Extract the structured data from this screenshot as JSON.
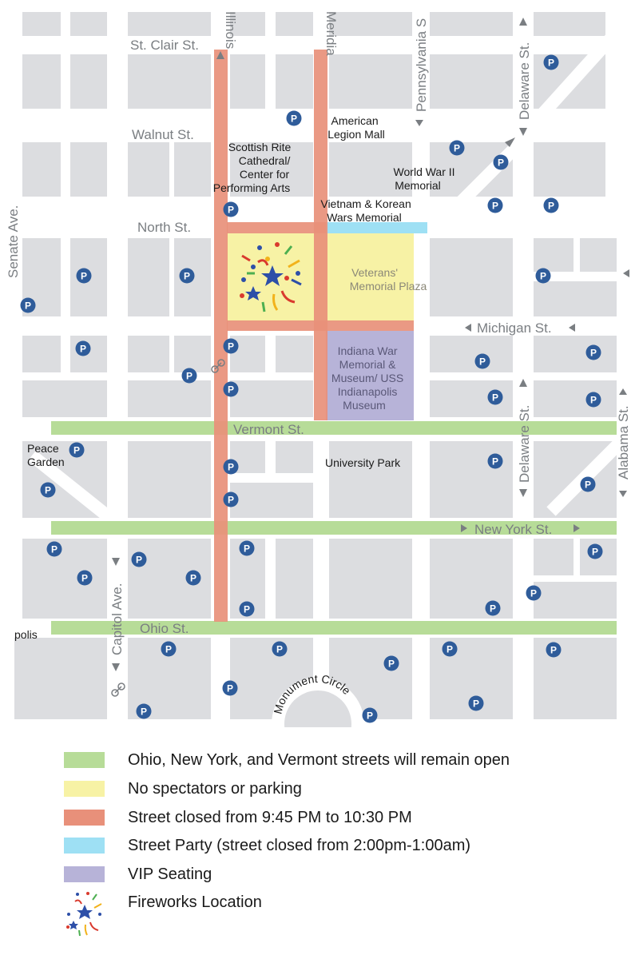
{
  "colors": {
    "block": "#dcdde0",
    "open_street": "#b7dc98",
    "no_spectators": "#f7f2a5",
    "closed_street": "#e8907a",
    "street_party": "#9ee0f4",
    "vip": "#b7b3d8",
    "parking": "#2f5c9a"
  },
  "streets": {
    "st_clair": "St. Clair St.",
    "walnut": "Walnut St.",
    "north": "North St.",
    "michigan": "Michigan St.",
    "vermont": "Vermont St.",
    "new_york": "New York St.",
    "ohio": "Ohio St.",
    "illinois": "Illinois",
    "meridian": "Meridia",
    "pennsylvania": "Pennsylvania S",
    "delaware_north": "Delaware St.",
    "delaware_south": "Delaware St.",
    "capitol": "Capitol Ave.",
    "senate": "Senate Ave.",
    "alabama": "Alabama St.",
    "monument_circle": "Monument Circle",
    "polis": "polis"
  },
  "places": {
    "american_legion": [
      "American",
      "Legion Mall"
    ],
    "scottish_rite": [
      "Scottish Rite",
      "Cathedral/",
      "Center for",
      "Performing Arts"
    ],
    "wwii": [
      "World War II",
      "Memorial"
    ],
    "vietnam": [
      "Vietnam & Korean",
      "Wars Memorial"
    ],
    "veterans": [
      "Veterans'",
      "Memorial Plaza"
    ],
    "indiana_war": [
      "Indiana War",
      "Memorial &",
      "",
      "Museum/ USS",
      "Indianapolis",
      "Museum"
    ],
    "peace_garden": [
      "Peace",
      "Garden"
    ],
    "university_park": "University Park"
  },
  "parking_letter": "P",
  "legend": [
    {
      "label": "Ohio, New York, and Vermont streets will remain open",
      "color": "#b7dc98"
    },
    {
      "label": "No spectators or parking",
      "color": "#f7f2a5"
    },
    {
      "label": "Street closed from 9:45 PM to 10:30 PM",
      "color": "#e8907a"
    },
    {
      "label": "Street Party (street closed from 2:00pm-1:00am)",
      "color": "#9ee0f4"
    },
    {
      "label": "VIP Seating",
      "color": "#b7b3d8"
    },
    {
      "label": "Fireworks Location",
      "icon": "fireworks-icon"
    }
  ]
}
